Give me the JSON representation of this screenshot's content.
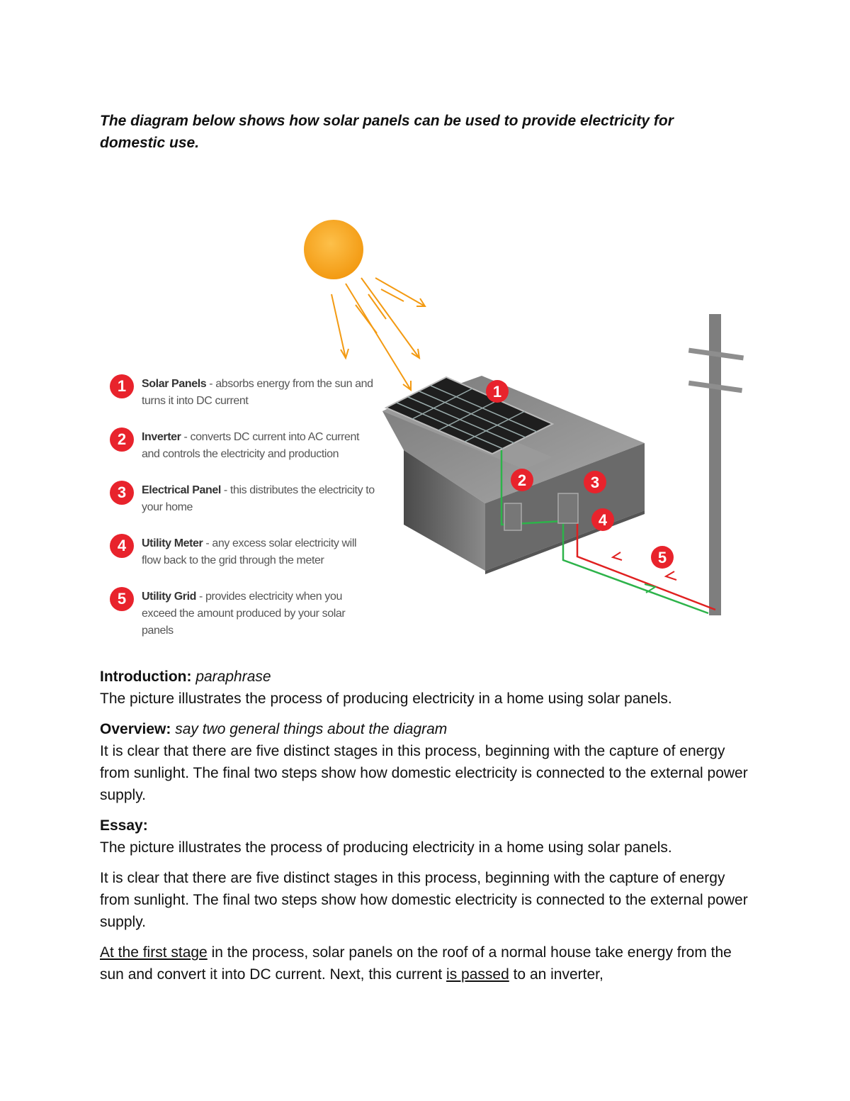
{
  "prompt": "The diagram below shows how solar panels can be used to provide electricity for domestic use.",
  "diagram": {
    "badges": [
      "1",
      "2",
      "3",
      "4",
      "5"
    ],
    "legend": [
      {
        "num": "1",
        "title": "Solar Panels",
        "desc": " - absorbs energy from the sun and turns it into DC current"
      },
      {
        "num": "2",
        "title": "Inverter",
        "desc": " - converts DC current into AC current and controls the electricity and production"
      },
      {
        "num": "3",
        "title": "Electrical Panel",
        "desc": " - this distributes the electricity to your home"
      },
      {
        "num": "4",
        "title": "Utility Meter",
        "desc": " - any excess solar electricity will flow back to the grid through the meter"
      },
      {
        "num": "5",
        "title": "Utility Grid",
        "desc": " - provides electricity when you exceed the amount produced by your solar panels"
      }
    ],
    "colors": {
      "sun": "#f7a21b",
      "badge": "#e8232c",
      "house": "#5d5d5d",
      "to_grid": "#2db34a",
      "from_grid": "#e02020"
    }
  },
  "introduction": {
    "label": "Introduction:",
    "hint": "paraphrase",
    "text": "The picture illustrates the process of producing electricity in a home using solar panels."
  },
  "overview": {
    "label": "Overview:",
    "hint": "say two general things about the diagram",
    "text": "It is clear that there are five distinct stages in this process, beginning with the capture of energy from sunlight. The final two steps show how domestic electricity is connected to the external power supply."
  },
  "essay": {
    "label": "Essay:",
    "p1": "The picture illustrates the process of producing electricity in a home using solar panels.",
    "p2": "It is clear that there are five distinct stages in this process, beginning with the capture of energy from sunlight. The final two steps show how domestic electricity is connected to the external power supply.",
    "p3": {
      "u1": "At the first stage",
      "t1": " in the process, solar panels on the roof of a normal house take energy from the sun and convert it into DC current. Next, this current ",
      "u2": "is passed",
      "t2": " to an inverter,"
    }
  }
}
